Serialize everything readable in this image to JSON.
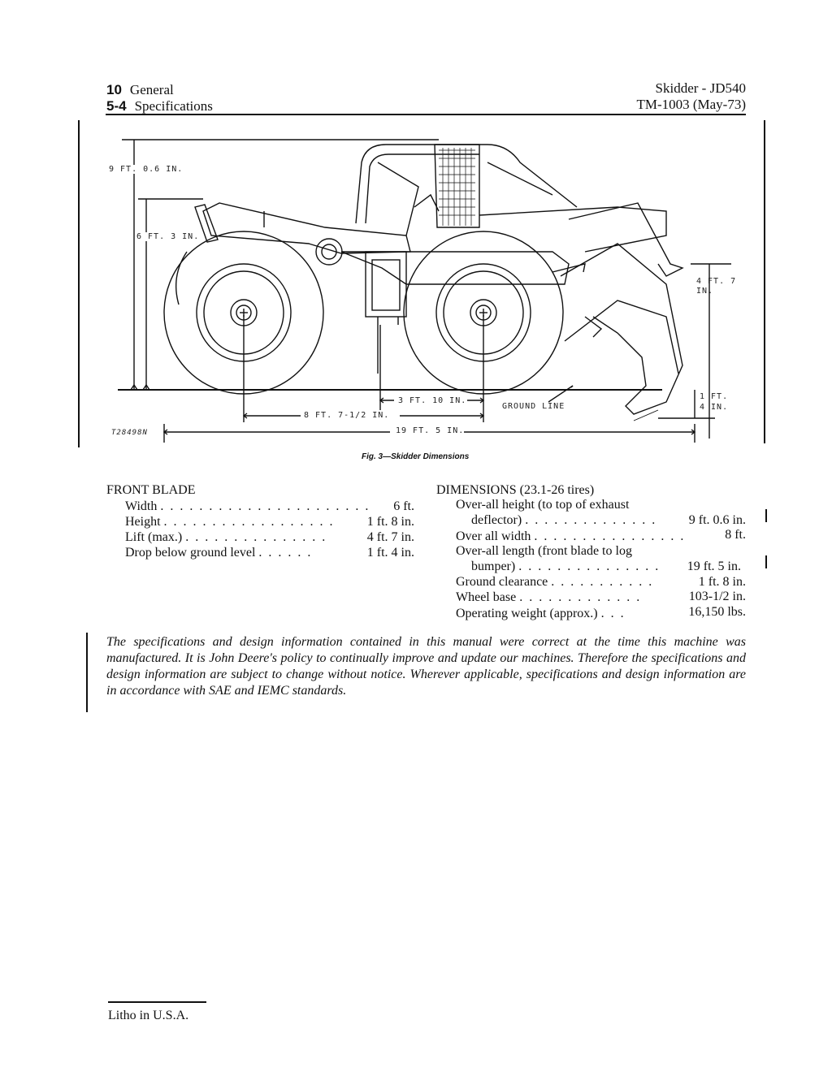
{
  "header": {
    "page_number": "10",
    "section": "General",
    "subsection_number": "5-4",
    "subsection": "Specifications",
    "machine": "Skidder - JD540",
    "manual": "TM-1003 (May-73)"
  },
  "figure": {
    "dim_overall_height": "9 FT. 0.6 IN.",
    "dim_cab_height": "6 FT. 3 IN.",
    "dim_blade_lift": "4 FT. 7 IN.",
    "dim_blade_drop": "1 FT. 4 IN.",
    "dim_ground_clearance": "3 FT. 10 IN.",
    "dim_wheel_base": "8 FT. 7-1/2 IN.",
    "dim_overall_length": "19 FT. 5 IN.",
    "ground_line": "GROUND LINE",
    "figure_id": "T28498N",
    "caption": "Fig. 3—Skidder Dimensions"
  },
  "front_blade": {
    "title": "FRONT BLADE",
    "rows": [
      {
        "label": "Width",
        "dots": ". . . . . . . . . . . . . . . . . . . . . .",
        "value": "6 ft."
      },
      {
        "label": "Height",
        "dots": ". . . . . . . . . . . . . . . . . .",
        "value": "1 ft. 8 in."
      },
      {
        "label": "Lift (max.)",
        "dots": ". . . . . . . . . . . . . . .",
        "value": "4 ft. 7 in."
      },
      {
        "label": "Drop below ground level",
        "dots": ". . . . . .",
        "value": "1 ft. 4 in."
      }
    ]
  },
  "dimensions": {
    "title": "DIMENSIONS (23.1-26 tires)",
    "r1_label": "Over-all height (to top of exhaust",
    "r1_cont": "deflector)",
    "r1_dots": ". . . . . . . . . . . . . .",
    "r1_value": "9 ft. 0.6 in.",
    "r2_label": "Over all width",
    "r2_dots": ". . . . . . . . . . . . . . . .",
    "r2_value": "8 ft.",
    "r3_label": "Over-all length (front blade to log",
    "r3_cont": "bumper)",
    "r3_dots": ". . . . . . . . . . . . . . .",
    "r3_value": "19 ft. 5 in.",
    "r4_label": "Ground clearance",
    "r4_dots": ". . . . . . . . . . .",
    "r4_value": "1 ft. 8 in.",
    "r5_label": "Wheel base",
    "r5_dots": ". . . . . . . . . . . . .",
    "r5_value": "103-1/2 in.",
    "r6_label": "Operating weight (approx.)",
    "r6_dots": ". . .",
    "r6_value": "16,150 lbs."
  },
  "notice": "The specifications and design information contained in this manual were correct at the time this machine was manufactured. It is John Deere's policy to continually improve and update our machines. Therefore the specifications and design information are subject to change without notice. Wherever applicable, specifications and design information are in accordance with SAE and IEMC standards.",
  "footer": "Litho in U.S.A."
}
